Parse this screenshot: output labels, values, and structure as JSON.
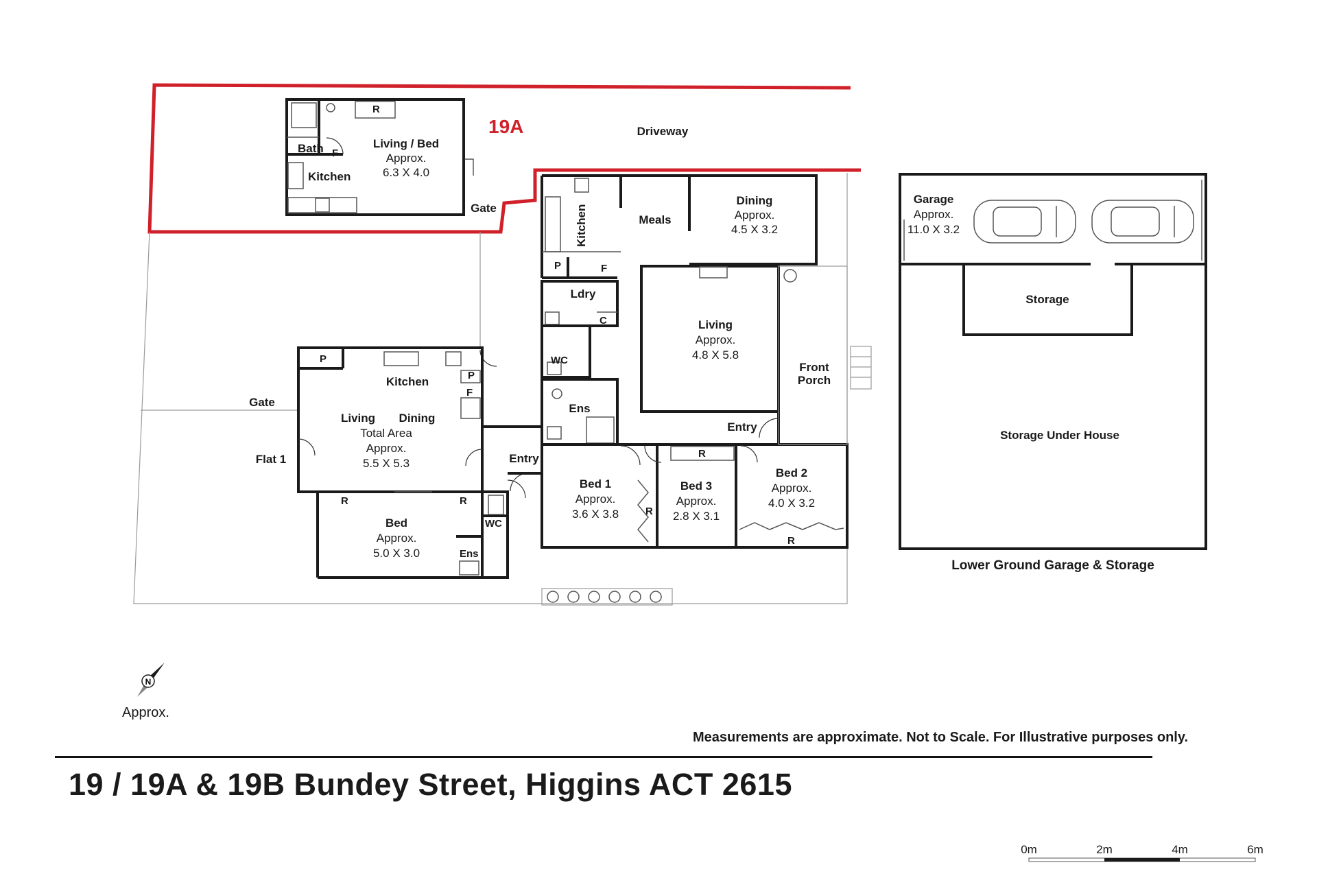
{
  "property": {
    "address": "19 / 19A & 19B Bundey Street, Higgins ACT 2615",
    "disclaimer": "Measurements are approximate. Not to Scale. For Illustrative purposes only.",
    "compass_label": "Approx.",
    "lot_label": "19A",
    "boundary_color": "#d0202a"
  },
  "outdoor": {
    "driveway": "Driveway",
    "gate_top": "Gate",
    "gate_left": "Gate",
    "front_porch_1": "Front",
    "front_porch_2": "Porch",
    "entry_main": "Entry",
    "entry_side": "Entry"
  },
  "studio": {
    "bath": "Bath",
    "f": "F",
    "kitchen": "Kitchen",
    "r": "R",
    "living_bed": "Living / Bed",
    "approx": "Approx.",
    "dims": "6.3 X 4.0"
  },
  "main_house": {
    "kitchen": "Kitchen",
    "meals": "Meals",
    "dining": "Dining",
    "dining_approx": "Approx.",
    "dining_dims": "4.5 X 3.2",
    "p": "P",
    "f": "F",
    "ldry": "Ldry",
    "c": "C",
    "wc": "WC",
    "ens": "Ens",
    "living": "Living",
    "living_approx": "Approx.",
    "living_dims": "4.8 X 5.8",
    "bed1": "Bed 1",
    "bed1_approx": "Approx.",
    "bed1_dims": "3.6 X 3.8",
    "bed1_r": "R",
    "bed3": "Bed 3",
    "bed3_approx": "Approx.",
    "bed3_dims": "2.8 X 3.1",
    "bed3_r": "R",
    "bed2": "Bed 2",
    "bed2_approx": "Approx.",
    "bed2_dims": "4.0 X 3.2",
    "bed2_r": "R"
  },
  "flat1": {
    "name": "Flat 1",
    "p1": "P",
    "p2": "P",
    "f": "F",
    "kitchen": "Kitchen",
    "living": "Living",
    "dining": "Dining",
    "total_area": "Total Area",
    "approx": "Approx.",
    "dims": "5.5 X 5.3",
    "bed": "Bed",
    "bed_approx": "Approx.",
    "bed_dims": "5.0 X 3.0",
    "r1": "R",
    "r2": "R",
    "wc": "WC",
    "ens": "Ens"
  },
  "lower_ground": {
    "garage": "Garage",
    "garage_approx": "Approx.",
    "garage_dims": "11.0 X 3.2",
    "storage": "Storage",
    "storage_under": "Storage Under House",
    "caption": "Lower Ground Garage & Storage"
  },
  "scale_bar": {
    "ticks": [
      "0m",
      "2m",
      "4m",
      "6m"
    ]
  }
}
